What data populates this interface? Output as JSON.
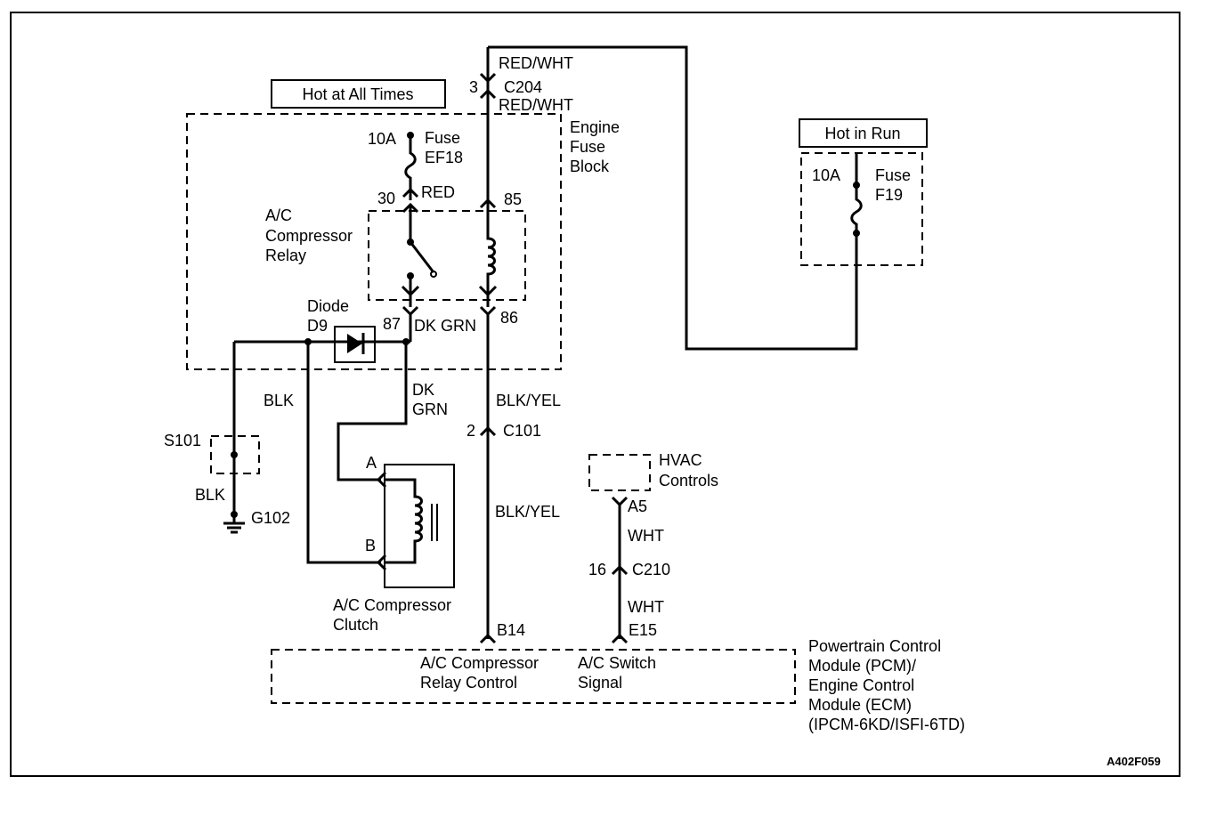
{
  "labels": {
    "red_wht_top": "RED/WHT",
    "pin_3": "3",
    "c204": "C204",
    "red_wht_mid": "RED/WHT",
    "hot_at_all_times": "Hot at All Times",
    "engine_fuse_block": [
      "Engine",
      "Fuse",
      "Block"
    ],
    "fuse_ef18_rating": "10A",
    "fuse_ef18_name": [
      "Fuse",
      "EF18"
    ],
    "pin_30": "30",
    "red": "RED",
    "pin_85": "85",
    "relay_name": [
      "A/C",
      "Compressor",
      "Relay"
    ],
    "diode_name": [
      "Diode",
      "D9"
    ],
    "pin_87": "87",
    "dk_grn_1": "DK GRN",
    "pin_86": "86",
    "blk_1": "BLK",
    "dk_grn_2": [
      "DK",
      "GRN"
    ],
    "blk_yel_1": "BLK/YEL",
    "s101": "S101",
    "pin_2": "2",
    "c101": "C101",
    "blk_2": "BLK",
    "g102": "G102",
    "clutch_pin_a": "A",
    "clutch_pin_b": "B",
    "clutch_name": [
      "A/C Compressor",
      "Clutch"
    ],
    "blk_yel_2": "BLK/YEL",
    "hvac_controls": [
      "HVAC",
      "Controls"
    ],
    "a5": "A5",
    "wht_1": "WHT",
    "pin_16": "16",
    "c210": "C210",
    "wht_2": "WHT",
    "b14": "B14",
    "e15": "E15",
    "relay_control": [
      "A/C Compressor",
      "Relay Control"
    ],
    "switch_signal": [
      "A/C Switch",
      "Signal"
    ],
    "pcm_name": [
      "Powertrain Control",
      "Module (PCM)/",
      "Engine Control",
      "Module (ECM)",
      "(IPCM-6KD/ISFI-6TD)"
    ],
    "hot_in_run": "Hot in Run",
    "fuse_f19_rating": "10A",
    "fuse_f19_name": [
      "Fuse",
      "F19"
    ],
    "figure_code": "A402F059"
  }
}
